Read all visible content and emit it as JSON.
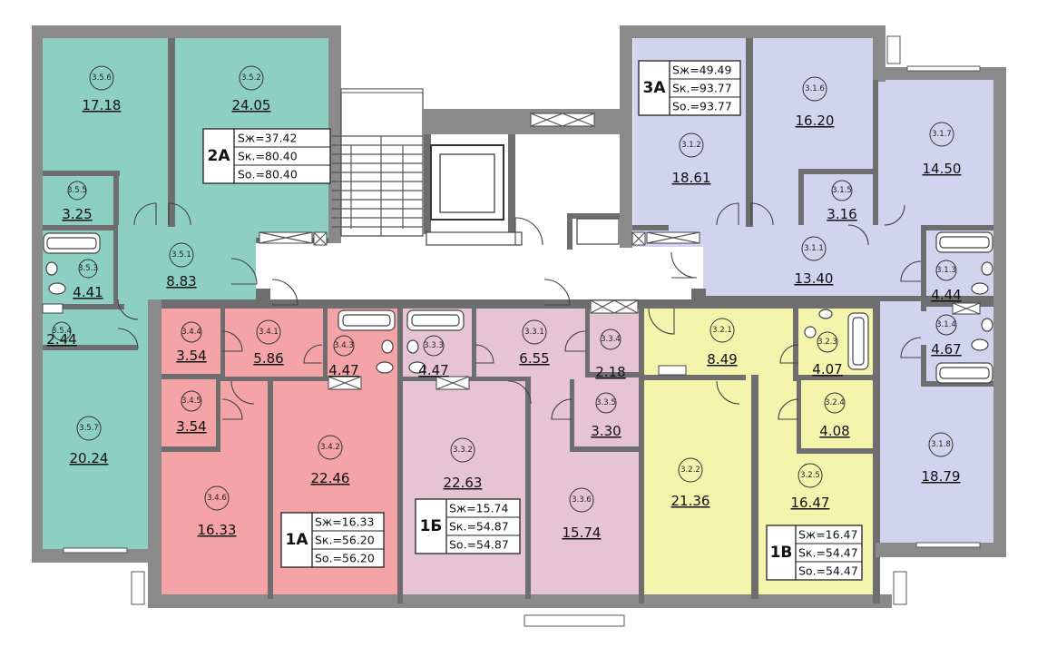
{
  "colors": {
    "apt_2a": "#8ecfc4",
    "apt_3a": "#d2d3ef",
    "apt_1a": "#f4a3a6",
    "apt_1b": "#e6c4d4",
    "apt_1v": "#f4f4ad",
    "wall": "#8a8a8a"
  },
  "apartments": {
    "a2A": {
      "type": "2А",
      "sz": "Sж=37.42",
      "sk": "Sк.=80.40",
      "so": "Sо.=80.40"
    },
    "a3A": {
      "type": "3А",
      "sz": "Sж=49.49",
      "sk": "Sк.=93.77",
      "so": "Sо.=93.77"
    },
    "a1A": {
      "type": "1А",
      "sz": "Sж=16.33",
      "sk": "Sк.=56.20",
      "so": "Sо.=56.20"
    },
    "a1B": {
      "type": "1Б",
      "sz": "Sж=15.74",
      "sk": "Sк.=54.87",
      "so": "Sо.=54.87"
    },
    "a1V": {
      "type": "1В",
      "sz": "Sж=16.47",
      "sk": "Sк.=54.47",
      "so": "Sо.=54.47"
    }
  },
  "rooms": [
    {
      "id": "3.5.6",
      "area": "17.18"
    },
    {
      "id": "3.5.2",
      "area": "24.05"
    },
    {
      "id": "3.5.5",
      "area": "3.25"
    },
    {
      "id": "3.5.1",
      "area": "8.83"
    },
    {
      "id": "3.5.3",
      "area": "4.41"
    },
    {
      "id": "3.5.4",
      "area": "2.44"
    },
    {
      "id": "3.5.7",
      "area": "20.24"
    },
    {
      "id": "3.4.4",
      "area": "3.54"
    },
    {
      "id": "3.4.1",
      "area": "5.86"
    },
    {
      "id": "3.4.3",
      "area": "4.47"
    },
    {
      "id": "3.4.5",
      "area": "3.54"
    },
    {
      "id": "3.4.2",
      "area": "22.46"
    },
    {
      "id": "3.4.6",
      "area": "16.33"
    },
    {
      "id": "3.3.3",
      "area": "4.47"
    },
    {
      "id": "3.3.1",
      "area": "6.55"
    },
    {
      "id": "3.3.4",
      "area": "2.18"
    },
    {
      "id": "3.3.5",
      "area": "3.30"
    },
    {
      "id": "3.3.2",
      "area": "22.63"
    },
    {
      "id": "3.3.6",
      "area": "15.74"
    },
    {
      "id": "3.2.1",
      "area": "8.49"
    },
    {
      "id": "3.2.3",
      "area": "4.07"
    },
    {
      "id": "3.2.4",
      "area": "4.08"
    },
    {
      "id": "3.2.2",
      "area": "21.36"
    },
    {
      "id": "3.2.5",
      "area": "16.47"
    },
    {
      "id": "3.1.2",
      "area": "18.61"
    },
    {
      "id": "3.1.6",
      "area": "16.20"
    },
    {
      "id": "3.1.7",
      "area": "14.50"
    },
    {
      "id": "3.1.5",
      "area": "3.16"
    },
    {
      "id": "3.1.1",
      "area": "13.40"
    },
    {
      "id": "3.1.3",
      "area": "4.44"
    },
    {
      "id": "3.1.4",
      "area": "4.67"
    },
    {
      "id": "3.1.8",
      "area": "18.79"
    }
  ]
}
